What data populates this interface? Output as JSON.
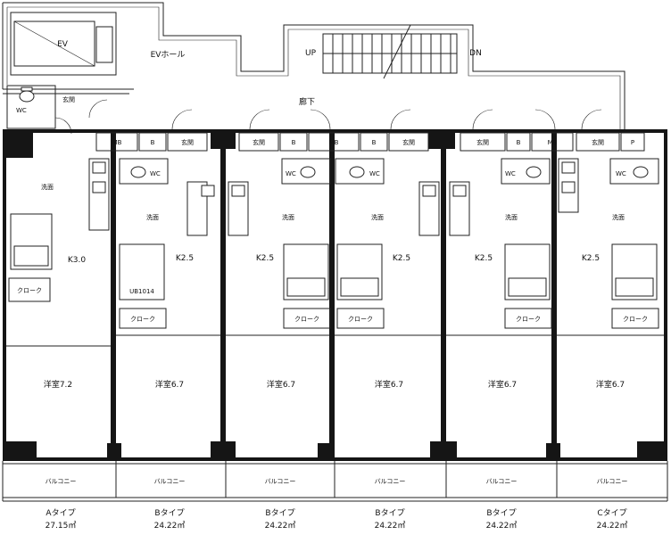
{
  "labels": {
    "ev": "EV",
    "ev_hall": "EVホール",
    "up": "UP",
    "dn": "DN",
    "corridor": "廊下",
    "wc": "WC",
    "entrance": "玄関",
    "mb": "MB",
    "b": "B",
    "p": "P",
    "washroom": "洗面",
    "closet": "クローク",
    "balcony": "バルコニー",
    "ub": "UB1014"
  },
  "units": [
    {
      "kitchen": "K3.0",
      "room": "洋室7.2",
      "type": "Aタイプ",
      "area": "27.15㎡"
    },
    {
      "kitchen": "K2.5",
      "room": "洋室6.7",
      "type": "Bタイプ",
      "area": "24.22㎡"
    },
    {
      "kitchen": "K2.5",
      "room": "洋室6.7",
      "type": "Bタイプ",
      "area": "24.22㎡"
    },
    {
      "kitchen": "K2.5",
      "room": "洋室6.7",
      "type": "Bタイプ",
      "area": "24.22㎡"
    },
    {
      "kitchen": "K2.5",
      "room": "洋室6.7",
      "type": "Bタイプ",
      "area": "24.22㎡"
    },
    {
      "kitchen": "K2.5",
      "room": "洋室6.7",
      "type": "Cタイプ",
      "area": "24.22㎡"
    }
  ]
}
